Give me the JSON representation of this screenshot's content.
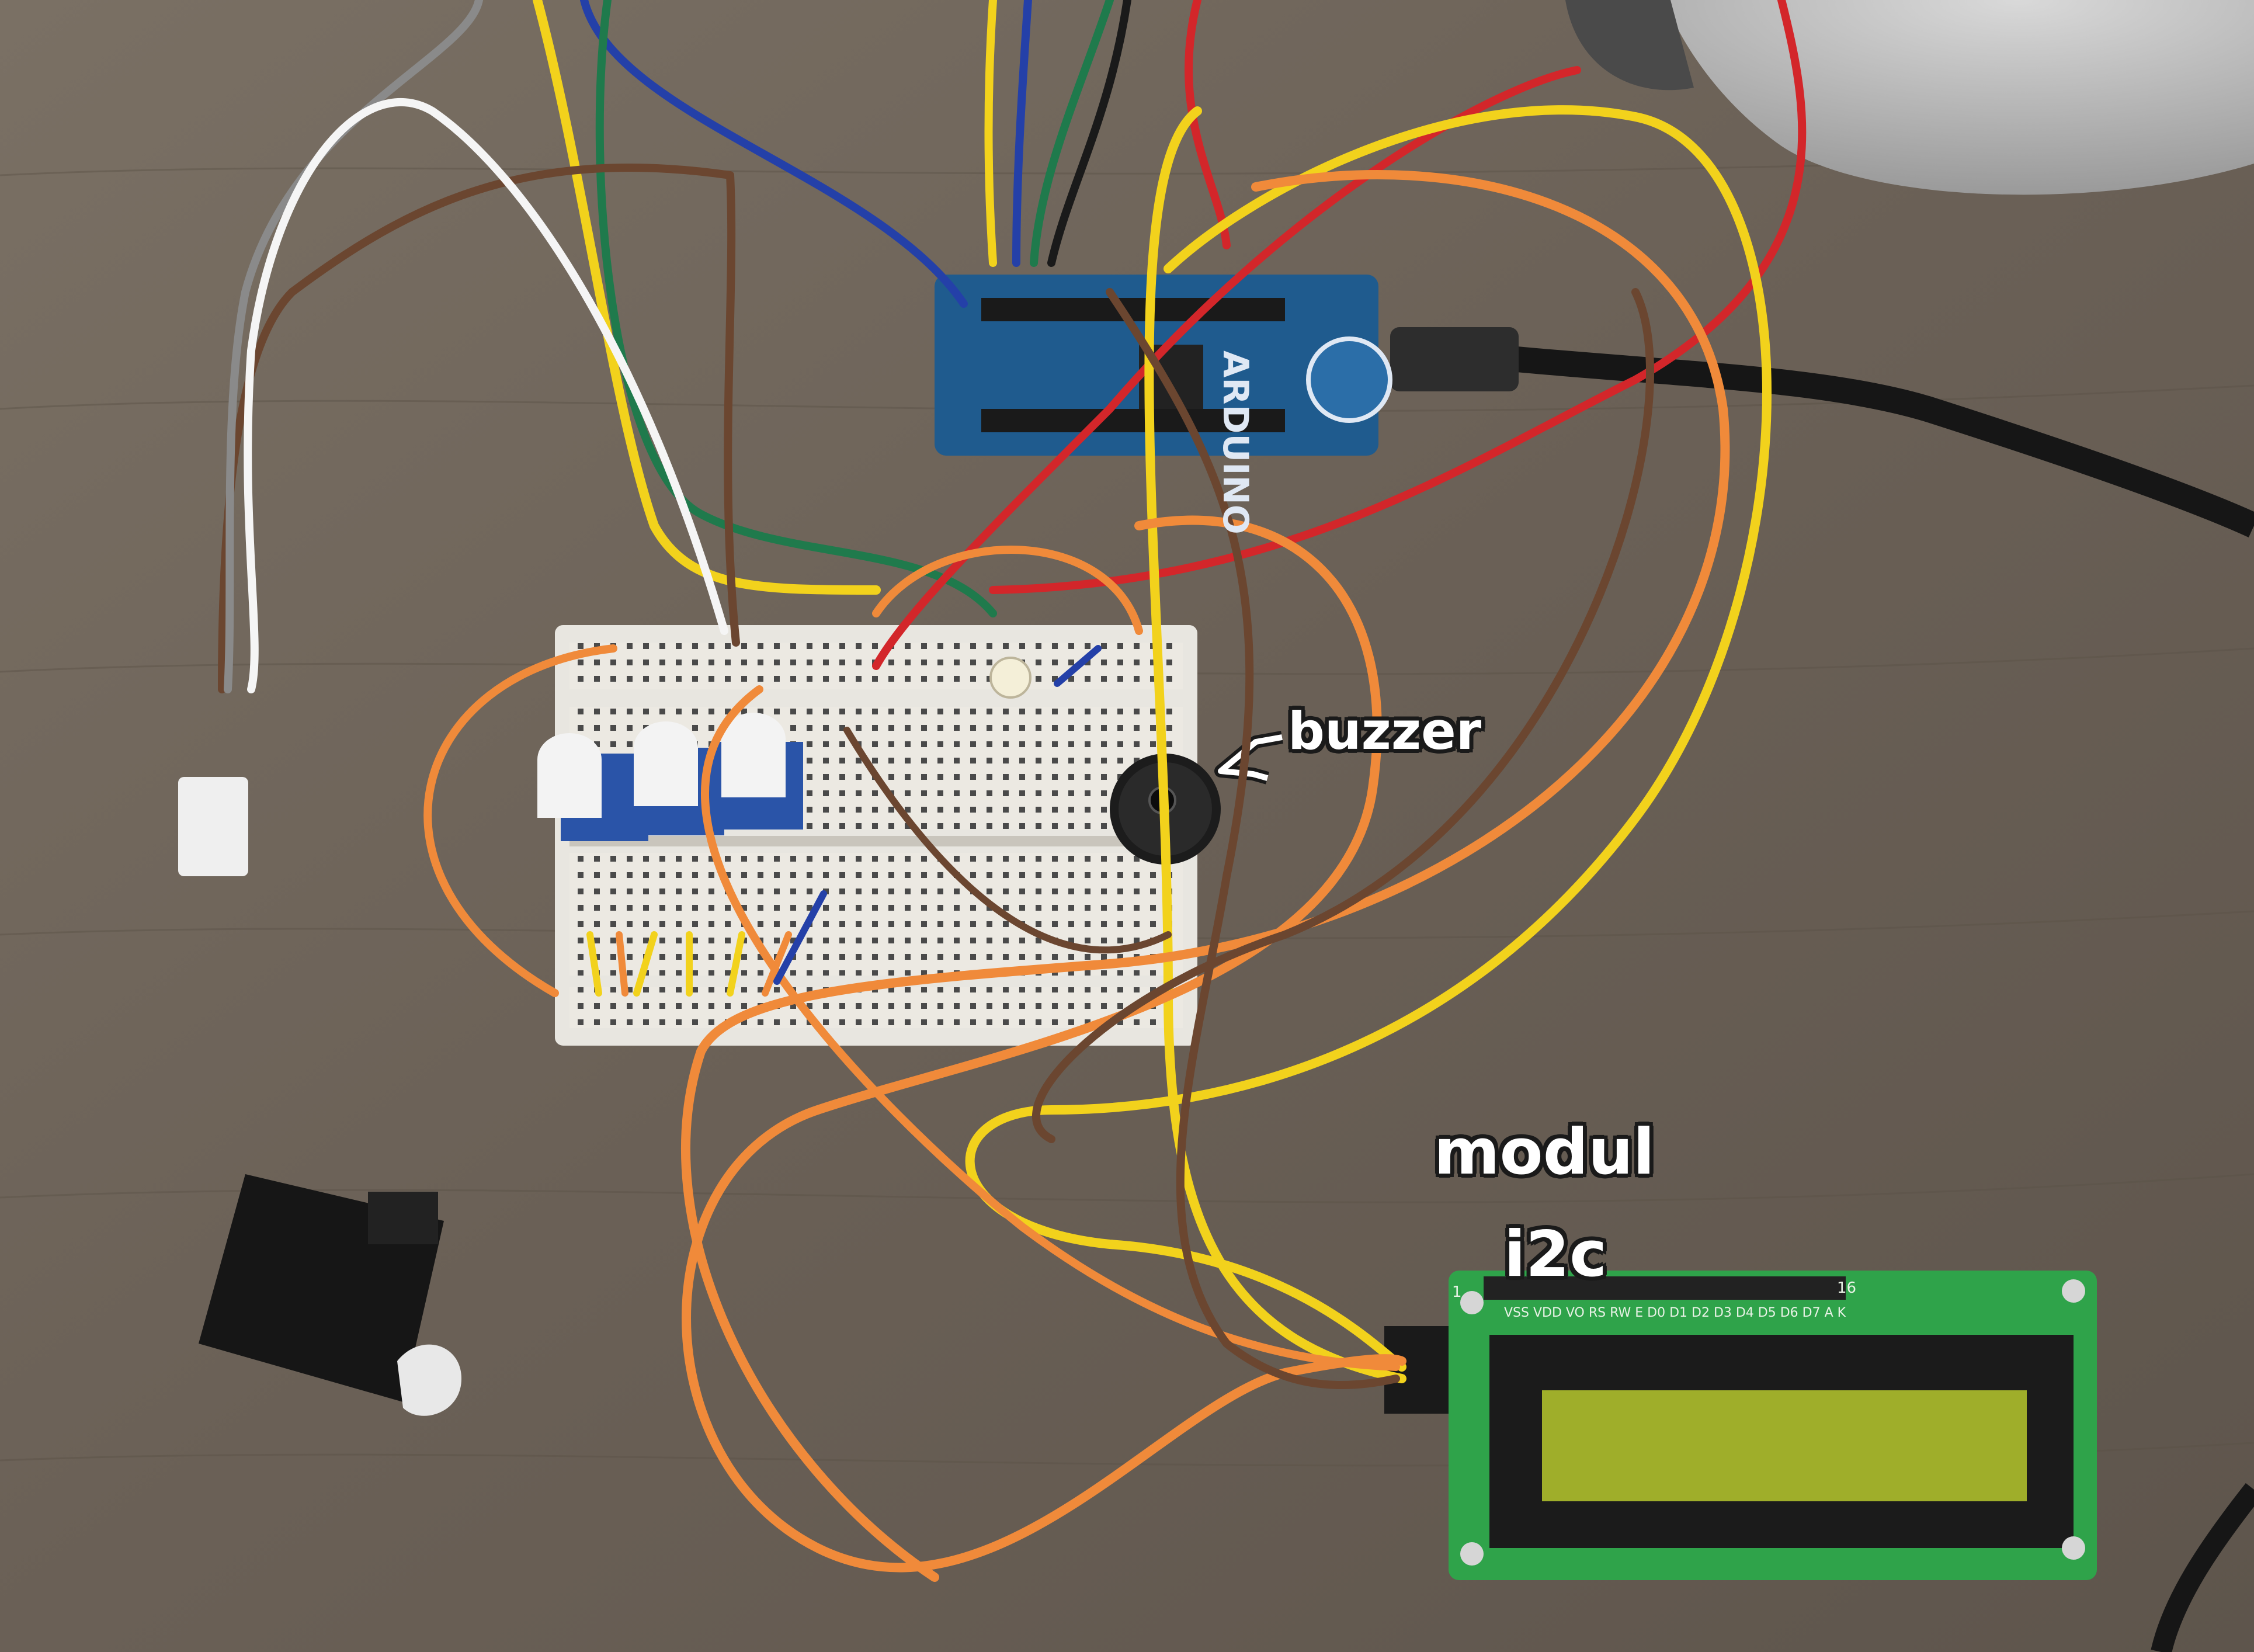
{
  "labels": {
    "buzzer": "buzzer",
    "modul": "modul",
    "i2c": "i2c"
  },
  "silkscreen": {
    "board_brand": "ARDUINO",
    "lcd_pin_start": "1",
    "lcd_pin_end": "16",
    "lcd_pins": "VSS VDD VO RS RW E D0 D1 D2 D3 D4 D5 D6 D7 A K"
  },
  "icons": {
    "buzzer_arrow": "callout-arrow-icon"
  },
  "colors": {
    "table_wood": "#6f6559",
    "label_text": "#ffffff",
    "label_outline": "#1a1a1a",
    "lcd_pcb": "#2fa34a",
    "lcd_screen": "#9fae2a",
    "arduino_pcb": "#1f5b8e",
    "breadboard": "#e8e6e0",
    "wire_yellow": "#f2d21c",
    "wire_orange": "#f08a3a",
    "wire_red": "#d3262a",
    "wire_brown": "#6b4630",
    "wire_green": "#1f7a4c",
    "wire_blue": "#2440a8"
  }
}
